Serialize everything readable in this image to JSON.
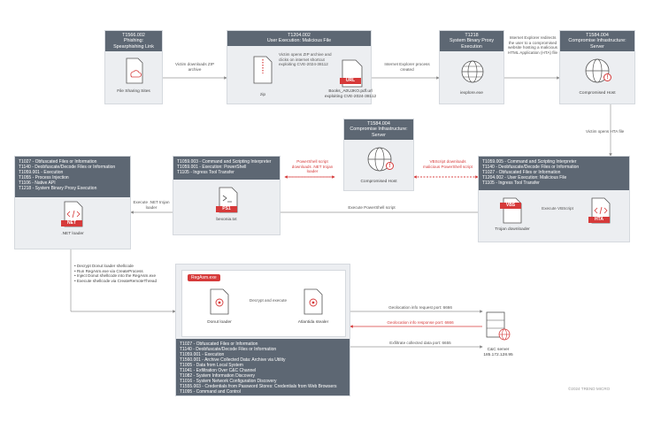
{
  "colors": {
    "header": "#5d6773",
    "box": "#eceef1",
    "red": "#d63a3a",
    "line": "#999999"
  },
  "top": {
    "t1566": {
      "id": "T1566.002",
      "name": "Phishing: Spearphishing Link",
      "caption": "File Sharing Sites"
    },
    "t1204": {
      "id": "T1204.002",
      "name": "User Execution: Malicious File",
      "caption_zip": "zip",
      "caption_url": "Books_A0UJKO.pdf.url",
      "caption_url2": "exploiting CVE-2024-38112",
      "desc": "Victim opens ZIP archive and clicks on internet shortcut exploiting CVE-2024-38112",
      "url_tag": "URL"
    },
    "t1218": {
      "id": "T1218",
      "name": "System Binary Proxy Execution",
      "caption": "iexplore.exe"
    },
    "t1584_top": {
      "id": "T1584.004",
      "name": "Compromise Infrastructure: Server",
      "caption": "Compromised Host"
    },
    "label_victim_downloads": "Victim downloads ZIP archive",
    "label_ie_created": "Internet Explorer process created",
    "label_ie_redirect": "Internet Explorer redirects the user to a compromised website hosting a malicious HTML Application (HTA) file",
    "label_hta": "Victim opens HTA file"
  },
  "middle": {
    "t1584_mid": {
      "id": "T1584.004",
      "name": "Compromise Infrastructure: Server",
      "caption": "Compromised Host"
    },
    "label_ps_downloads": "PowerShell script downloads .NET trojan loader",
    "label_vbs_downloads": "VBScript downloads malicious PowerShell script",
    "label_exec_net": "Execute .NET trojan loader",
    "label_exec_ps": "Execute PowerShell script",
    "label_exec_vbs": "Execute VBScript",
    "left_box": {
      "lines": [
        "T1027 - Obfuscated Files or Information",
        "T1140 - Deobfuscate/Decode Files or Information",
        "T1059.001 - Execution",
        "T1055 - Process Injection",
        "T1106 - Native API",
        "T1218 - System Binary Proxy Execution"
      ],
      "tag": "NET",
      "caption": ".NET loader"
    },
    "center_box": {
      "lines": [
        "T1059.003 - Command and Scripting Interpreter",
        "T1059.001 - Execution: PowerShell",
        "T1105 - Ingress Tool Transfer"
      ],
      "tag": "PS1",
      "caption": "bexonia.txt"
    },
    "right_box": {
      "lines": [
        "T1059.005 - Command and Scripting Interpreter",
        "T1140 - Deobfuscate/Decode Files or Information",
        "T1027 - Obfuscated Files or Information",
        "T1204.002 - User Execution: Malicious File",
        "T1105 - Ingress Tool Transfer"
      ],
      "tag_vbs": "VBS",
      "tag_hta": "HTA",
      "caption": "Trojan downloader"
    }
  },
  "bottom": {
    "bullets": [
      "Decrypt Donut loader shellcode",
      "Run RegAsm.exe via CreateProcess",
      "Inject Donut shellcode into the RegAsm.exe",
      "Execute shellcode via CreateRemoteThread"
    ],
    "badge": "RegAsm.exe",
    "donut_caption": "Donut loader",
    "atlantida_caption": "Atlantida stealer",
    "label_decrypt": "Decrypt and execute",
    "techniques": [
      "T1027 - Obfuscated Files or Information",
      "T1140 - Deobfuscate/Decode Files or Information",
      "T1059.001 - Execution",
      "T1560.001 - Archive Collected Data: Archive via Utility",
      "T1005 - Data from Local System",
      "T1041 - Exfiltration Over C&C Channel",
      "T1082 - System Information Discovery",
      "T1016 - System Network Configuration Discovery",
      "T1555.003 - Credentials from Password Stores: Credentials from Web Browsers",
      "T1095 - Command and Control"
    ],
    "label_geo_req": "Geolocation info request port: 6666",
    "label_geo_resp": "Geolocation info response port: 6666",
    "label_exfil": "Exfiltrate collected data port: 6655",
    "cc_caption": "C&C server",
    "cc_ip": "185.172.128.95"
  },
  "footer": "©2024 TREND MICRO"
}
